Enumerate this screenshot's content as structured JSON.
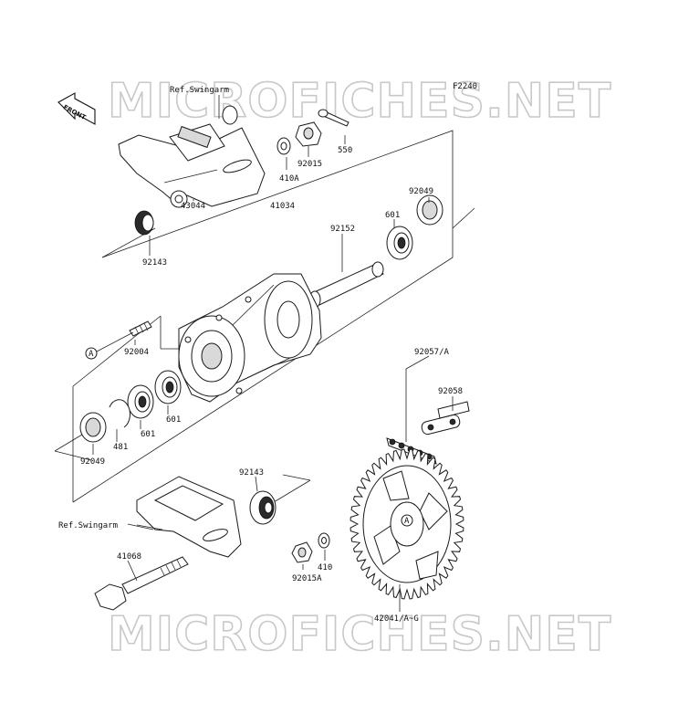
{
  "figure_code": "F2240",
  "watermark": "MICROFICHES.NET",
  "front_marker": "FRONT",
  "callout": "A",
  "labels": {
    "ref_swingarm_top": "Ref.Swingarm",
    "ref_swingarm_bottom": "Ref.Swingarm",
    "p550": "550",
    "p92015": "92015",
    "p410A": "410A",
    "p43044": "43044",
    "p92143_top": "92143",
    "p41034": "41034",
    "p92049_right": "92049",
    "p601_right": "601",
    "p92152": "92152",
    "p92004": "92004",
    "p601_a": "601",
    "p601_b": "601",
    "p481": "481",
    "p92049_left": "92049",
    "p92057A": "92057/A",
    "p92058": "92058",
    "p92143_bottom": "92143",
    "p41068": "41068",
    "p92015A": "92015A",
    "p410": "410",
    "p42041": "42041/A~G"
  }
}
